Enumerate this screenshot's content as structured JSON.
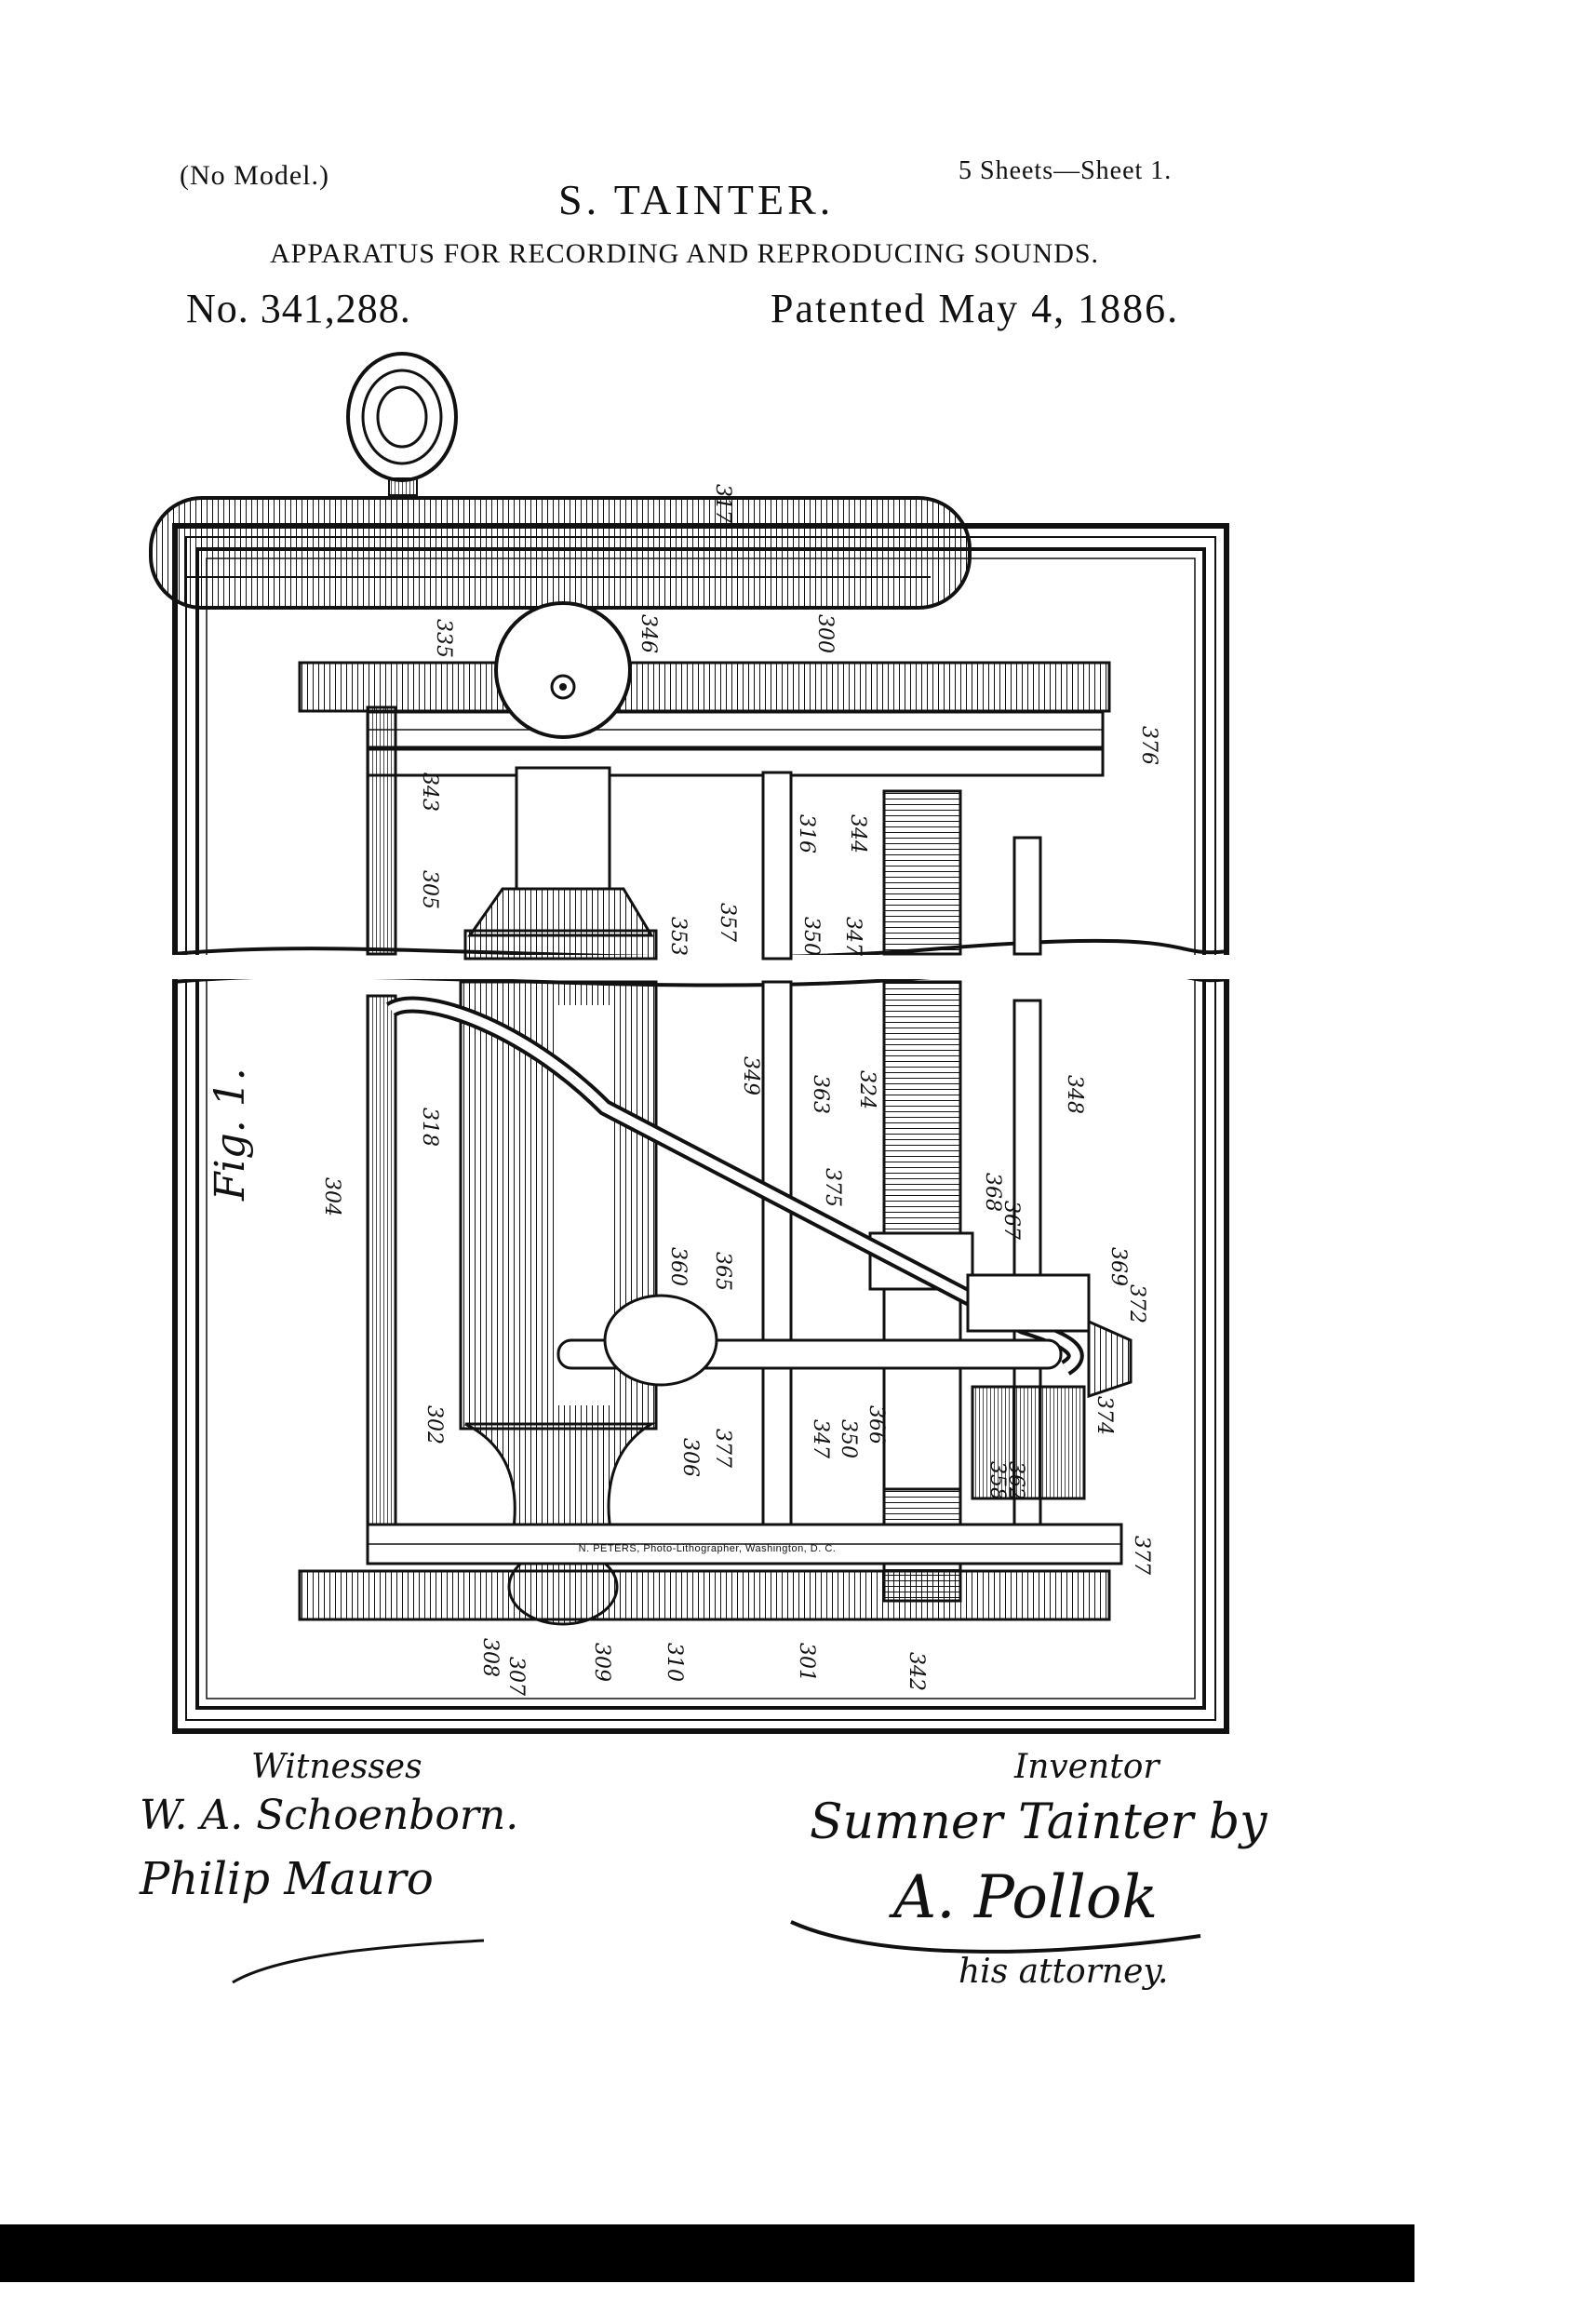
{
  "header": {
    "model_note": "(No Model.)",
    "sheet_info": "5 Sheets—Sheet 1.",
    "inventor": "S. TAINTER.",
    "title": "APPARATUS FOR RECORDING AND REPRODUCING SOUNDS.",
    "patent_number": "No. 341,288.",
    "patent_date": "Patented May 4, 1886."
  },
  "figure": {
    "label": "Fig. 1.",
    "reference_numerals": [
      "317",
      "335",
      "346",
      "300",
      "376",
      "343",
      "316",
      "344",
      "305",
      "353",
      "357",
      "350",
      "347",
      "349",
      "363",
      "324",
      "348",
      "318",
      "304",
      "375",
      "368",
      "367",
      "360",
      "365",
      "369",
      "372",
      "302",
      "306",
      "377",
      "347",
      "350",
      "366",
      "374",
      "358",
      "362",
      "377",
      "308",
      "307",
      "309",
      "310",
      "301",
      "342"
    ]
  },
  "signatures": {
    "witnesses_label": "Witnesses",
    "witness_1": "W. A. Schoenborn.",
    "witness_2": "Philip Mauro",
    "inventor_label": "Inventor",
    "inventor_signature": "Sumner Tainter by",
    "attorney_signature": "A. Pollok",
    "attorney_note": "his attorney."
  },
  "footer": {
    "printer": "N. PETERS, Photo-Lithographer, Washington, D. C."
  }
}
